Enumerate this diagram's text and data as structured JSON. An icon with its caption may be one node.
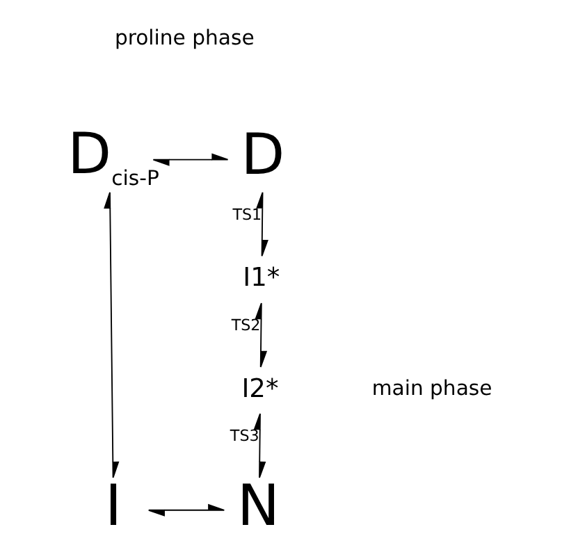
{
  "diagram": {
    "nodes": [
      {
        "text": [
          "D$_{cis-P}$"
        ]
      },
      {
        "text": [
          "D"
        ]
      },
      {
        "text": [
          "I1*"
        ]
      },
      {
        "text": [
          "I2*"
        ]
      },
      {
        "text": [
          "I"
        ]
      },
      {
        "text": [
          "N"
        ]
      }
    ],
    "edges": [
      {
        "from": 0,
        "to": 1,
        "arrow": "both"
      },
      {
        "from": 1,
        "to": 2,
        "arrow": "both",
        "label": "TS1"
      },
      {
        "from": 2,
        "to": 3,
        "arrow": "both",
        "label": "TS2"
      },
      {
        "from": 3,
        "to": 5,
        "arrow": "both",
        "label": "TS3"
      },
      {
        "from": 0,
        "to": 4,
        "arrow": "both"
      },
      {
        "from": 4,
        "to": 5,
        "arrow": "both"
      }
    ],
    "labels": [
      "proline phase",
      "main phase"
    ]
  }
}
